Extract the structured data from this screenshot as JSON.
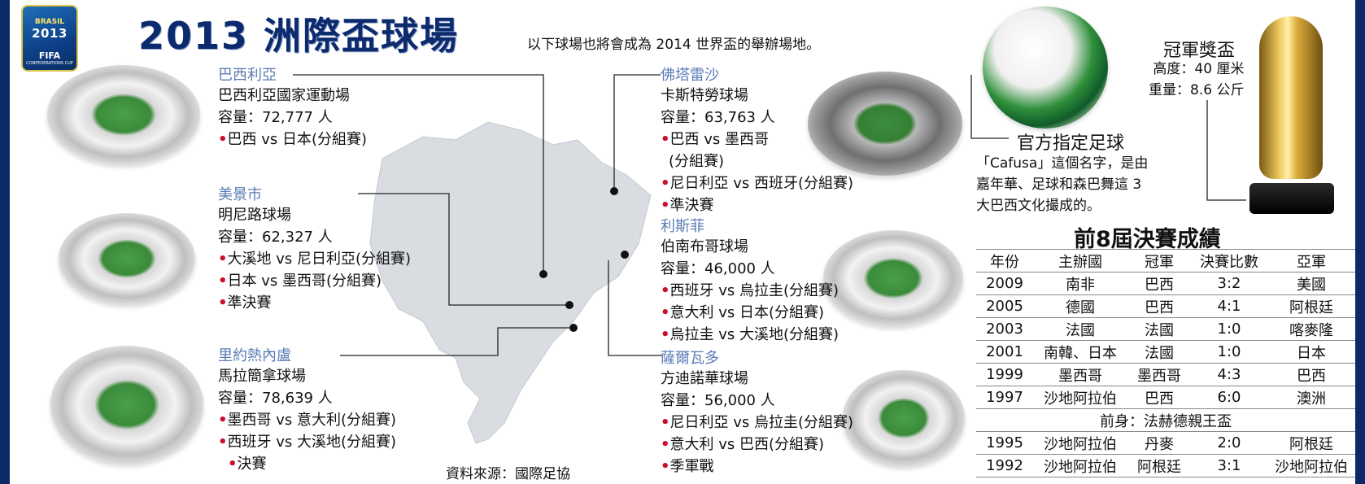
{
  "logo": {
    "line1": "BRASIL",
    "line2": "2013",
    "line3": "FIFA",
    "line4": "CONFEDERATIONS CUP"
  },
  "title": "2013 洲際盃球場",
  "subtitle": "以下球場也將會成為 2014 世界盃的舉辦場地。",
  "stadiums": [
    {
      "city": "巴西利亞",
      "name": "巴西利亞國家運動場",
      "capacity": "容量：72,777 人",
      "matches": [
        "巴西 vs 日本(分組賽)"
      ]
    },
    {
      "city": "美景市",
      "name": "明尼路球場",
      "capacity": "容量：62,327 人",
      "matches": [
        "大溪地 vs 尼日利亞(分組賽)",
        "日本 vs 墨西哥(分組賽)",
        "準決賽"
      ]
    },
    {
      "city": "里約熱內盧",
      "name": "馬拉簡拿球場",
      "capacity": "容量：78,639 人",
      "matches": [
        "墨西哥 vs 意大利(分組賽)",
        "西班牙 vs 大溪地(分組賽)",
        "決賽"
      ]
    },
    {
      "city": "佛塔雷沙",
      "name": "卡斯特勞球場",
      "capacity": "容量：63,763 人",
      "matches": [
        "巴西 vs 墨西哥",
        "(分組賽)",
        "尼日利亞 vs 西班牙(分組賽)",
        "準決賽"
      ]
    },
    {
      "city": "利斯菲",
      "name": "伯南布哥球場",
      "capacity": "容量：46,000 人",
      "matches": [
        "西班牙 vs 烏拉圭(分組賽)",
        "意大利 vs 日本(分組賽)",
        "烏拉圭 vs 大溪地(分組賽)"
      ]
    },
    {
      "city": "薩爾瓦多",
      "name": "方迪諾華球場",
      "capacity": "容量：56,000 人",
      "matches": [
        "尼日利亞 vs 烏拉圭(分組賽)",
        "意大利 vs 巴西(分組賽)",
        "季軍戰"
      ]
    }
  ],
  "ball": {
    "label": "官方指定足球",
    "desc": [
      "「Cafusa」這個名字，是由",
      "嘉年華、足球和森巴舞這 3",
      "大巴西文化撮成的。"
    ]
  },
  "trophy": {
    "label": "冠軍獎盃",
    "height": "高度：40 厘米",
    "weight": "重量：8.6 公斤"
  },
  "results": {
    "title": "前8屆決賽成績",
    "headers": [
      "年份",
      "主辦國",
      "冠軍",
      "決賽比數",
      "亞軍"
    ],
    "rows": [
      [
        "2009",
        "南非",
        "巴西",
        "3:2",
        "美國"
      ],
      [
        "2005",
        "德國",
        "巴西",
        "4:1",
        "阿根廷"
      ],
      [
        "2003",
        "法國",
        "法國",
        "1:0",
        "喀麥隆"
      ],
      [
        "2001",
        "南韓、日本",
        "法國",
        "1:0",
        "日本"
      ],
      [
        "1999",
        "墨西哥",
        "墨西哥",
        "4:3",
        "巴西"
      ],
      [
        "1997",
        "沙地阿拉伯",
        "巴西",
        "6:0",
        "澳洲"
      ]
    ],
    "separator": "前身：法赫德親王盃",
    "rows_old": [
      [
        "1995",
        "沙地阿拉伯",
        "丹麥",
        "2:0",
        "阿根廷"
      ],
      [
        "1992",
        "沙地阿拉伯",
        "阿根廷",
        "3:1",
        "沙地阿拉伯"
      ]
    ]
  },
  "source": "資料來源：國際足協",
  "colors": {
    "frame": "#0d2a66",
    "title": "#0c2a6e",
    "city": "#5b7cb5",
    "bullet": "#c8102e",
    "map": "#d9dde2"
  }
}
